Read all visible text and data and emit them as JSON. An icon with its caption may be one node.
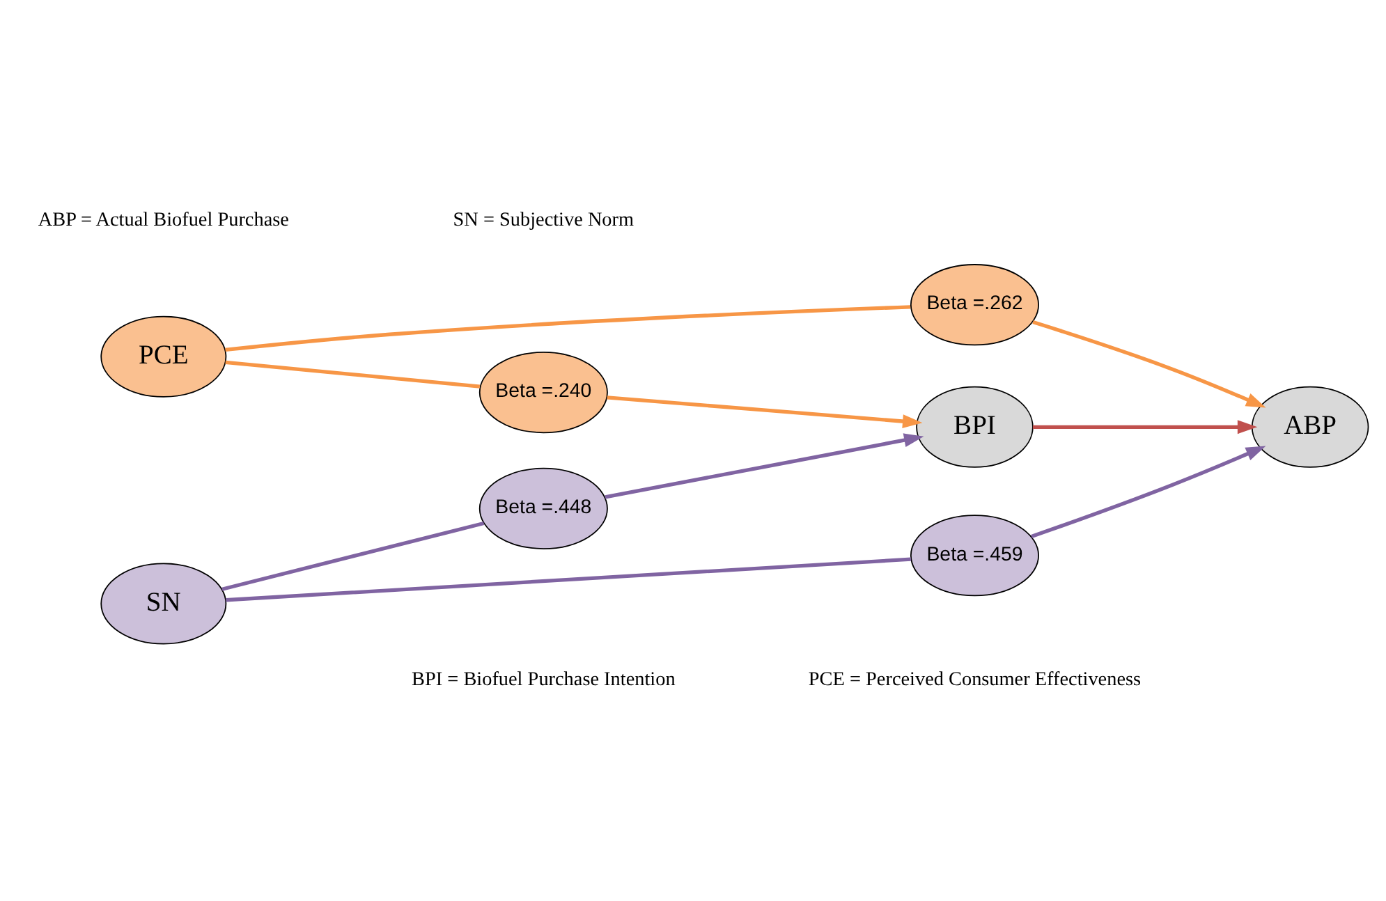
{
  "diagram": {
    "nodes": [
      {
        "text": [
          "BPI"
        ]
      },
      {
        "text": [
          "PCE"
        ]
      },
      {
        "text": [
          "Beta =.240"
        ]
      },
      {
        "text": [
          "Beta =.448"
        ]
      },
      {
        "text": [
          "SN"
        ]
      },
      {
        "text": [
          "Beta =.262"
        ]
      },
      {
        "text": [
          "Beta =.459"
        ]
      },
      {
        "text": [
          "ABP"
        ]
      }
    ],
    "edges": [
      {
        "from": 1,
        "to": 2,
        "arrow": "none",
        "color": "#f79646"
      },
      {
        "from": 2,
        "to": 0,
        "arrow": "to",
        "color": "#f79646"
      },
      {
        "from": 4,
        "to": 3,
        "arrow": "none",
        "color": "#8064a2"
      },
      {
        "from": 3,
        "to": 0,
        "arrow": "to",
        "color": "#8064a2"
      },
      {
        "from": 1,
        "to": 5,
        "arrow": "none",
        "color": "#f79646"
      },
      {
        "from": 5,
        "to": 7,
        "arrow": "to",
        "color": "#f79646"
      },
      {
        "from": 4,
        "to": 6,
        "arrow": "none",
        "color": "#8064a2"
      },
      {
        "from": 6,
        "to": 7,
        "arrow": "to",
        "color": "#8064a2"
      },
      {
        "from": 0,
        "to": 7,
        "arrow": "to",
        "color": "#c0504d"
      }
    ],
    "labels": [
      "BPI = Biofuel Purchase Intention",
      "PCE = Perceived Consumer Effectiveness",
      "ABP = Actual Biofuel Purchase",
      "SN = Subjective Norm"
    ]
  }
}
